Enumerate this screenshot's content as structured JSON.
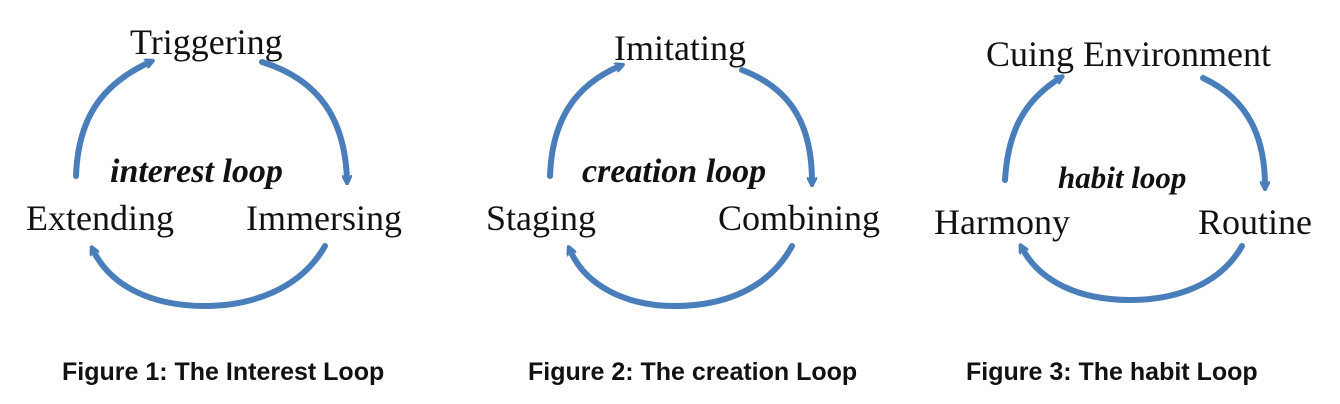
{
  "arrow_color": "#4a7ebb",
  "figures": [
    {
      "caption": "Figure 1: The Interest Loop",
      "loop_label": "interest loop",
      "top": "Triggering",
      "left": "Extending",
      "right": "Immersing"
    },
    {
      "caption": "Figure 2: The creation Loop",
      "loop_label": "creation loop",
      "top": "Imitating",
      "left": "Staging",
      "right": "Combining"
    },
    {
      "caption": "Figure 3: The habit Loop",
      "loop_label": "habit loop",
      "top": "Cuing Environment",
      "left": "Harmony",
      "right": "Routine"
    }
  ]
}
